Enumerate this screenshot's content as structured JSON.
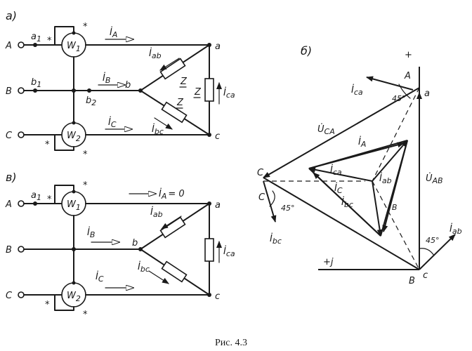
{
  "labels": {
    "part_a": "а)",
    "part_b": "б)",
    "part_v": "в)",
    "node_A": "A",
    "node_B": "B",
    "node_C": "C",
    "node_a": "a",
    "node_b": "b",
    "node_c": "c",
    "a1": "a",
    "a1_sub": "1",
    "b1": "b",
    "b1_sub": "1",
    "b2": "b",
    "b2_sub": "2",
    "W1": "W",
    "W1_sub": "1",
    "W2": "W",
    "W2_sub": "2",
    "star": "*",
    "Z": "Z",
    "I_A": "İ",
    "I_A_sub": "A",
    "I_A_zero": "= 0",
    "I_B_sub": "B",
    "I_C_sub": "C",
    "I_ab_sub": "ab",
    "I_bc_sub": "bc",
    "I_ca_sub": "ca",
    "U_CA": "U̇",
    "U_CA_sub": "CA",
    "U_AB_sub": "AB",
    "plus": "+",
    "plus_j": "+j",
    "angle": "45°",
    "caption": "Рис. 4.3"
  }
}
